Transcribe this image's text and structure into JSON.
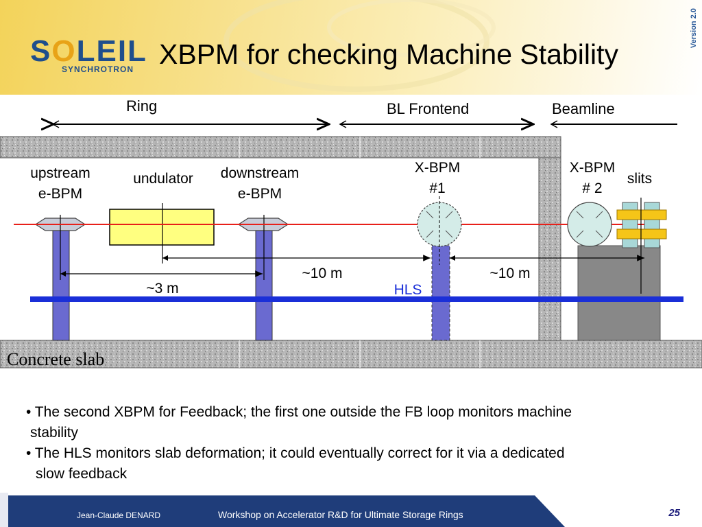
{
  "header": {
    "logo_text": "SOLEIL",
    "logo_sub": "SYNCHROTRON",
    "title": "XBPM for checking Machine Stability",
    "version": "Version 2.0"
  },
  "diagram": {
    "ring": "Ring",
    "bl_frontend": "BL Frontend",
    "beamline": "Beamline",
    "upstream_1": "upstream",
    "upstream_2": "e-BPM",
    "undulator": "undulator",
    "downstream_1": "downstream",
    "downstream_2": "e-BPM",
    "xbpm1_1": "X-BPM",
    "xbpm1_2": "#1",
    "xbpm2_1": "X-BPM",
    "xbpm2_2": "# 2",
    "slits": "slits",
    "dist_10m_a": "~10 m",
    "dist_10m_b": "~10 m",
    "dist_3m": "~3 m",
    "hls": "HLS",
    "concrete": "Concrete slab"
  },
  "bullets": [
    "• The second XBPM for Feedback; the first one outside the FB loop monitors machine",
    "stability",
    "• The HLS monitors slab deformation; it could eventually correct for it via a dedicated",
    "slow feedback"
  ],
  "footer": {
    "author": "Jean-Claude DENARD",
    "workshop": "Workshop on Accelerator R&D for Ultimate Storage Rings",
    "slide_number": "25"
  },
  "colors": {
    "beam": "#e8201a",
    "hls": "#1a2fd8",
    "support": "#6a6ad0",
    "undulator": "#ffff80",
    "slits": "#f5c518",
    "footer": "#1f3d7a"
  }
}
